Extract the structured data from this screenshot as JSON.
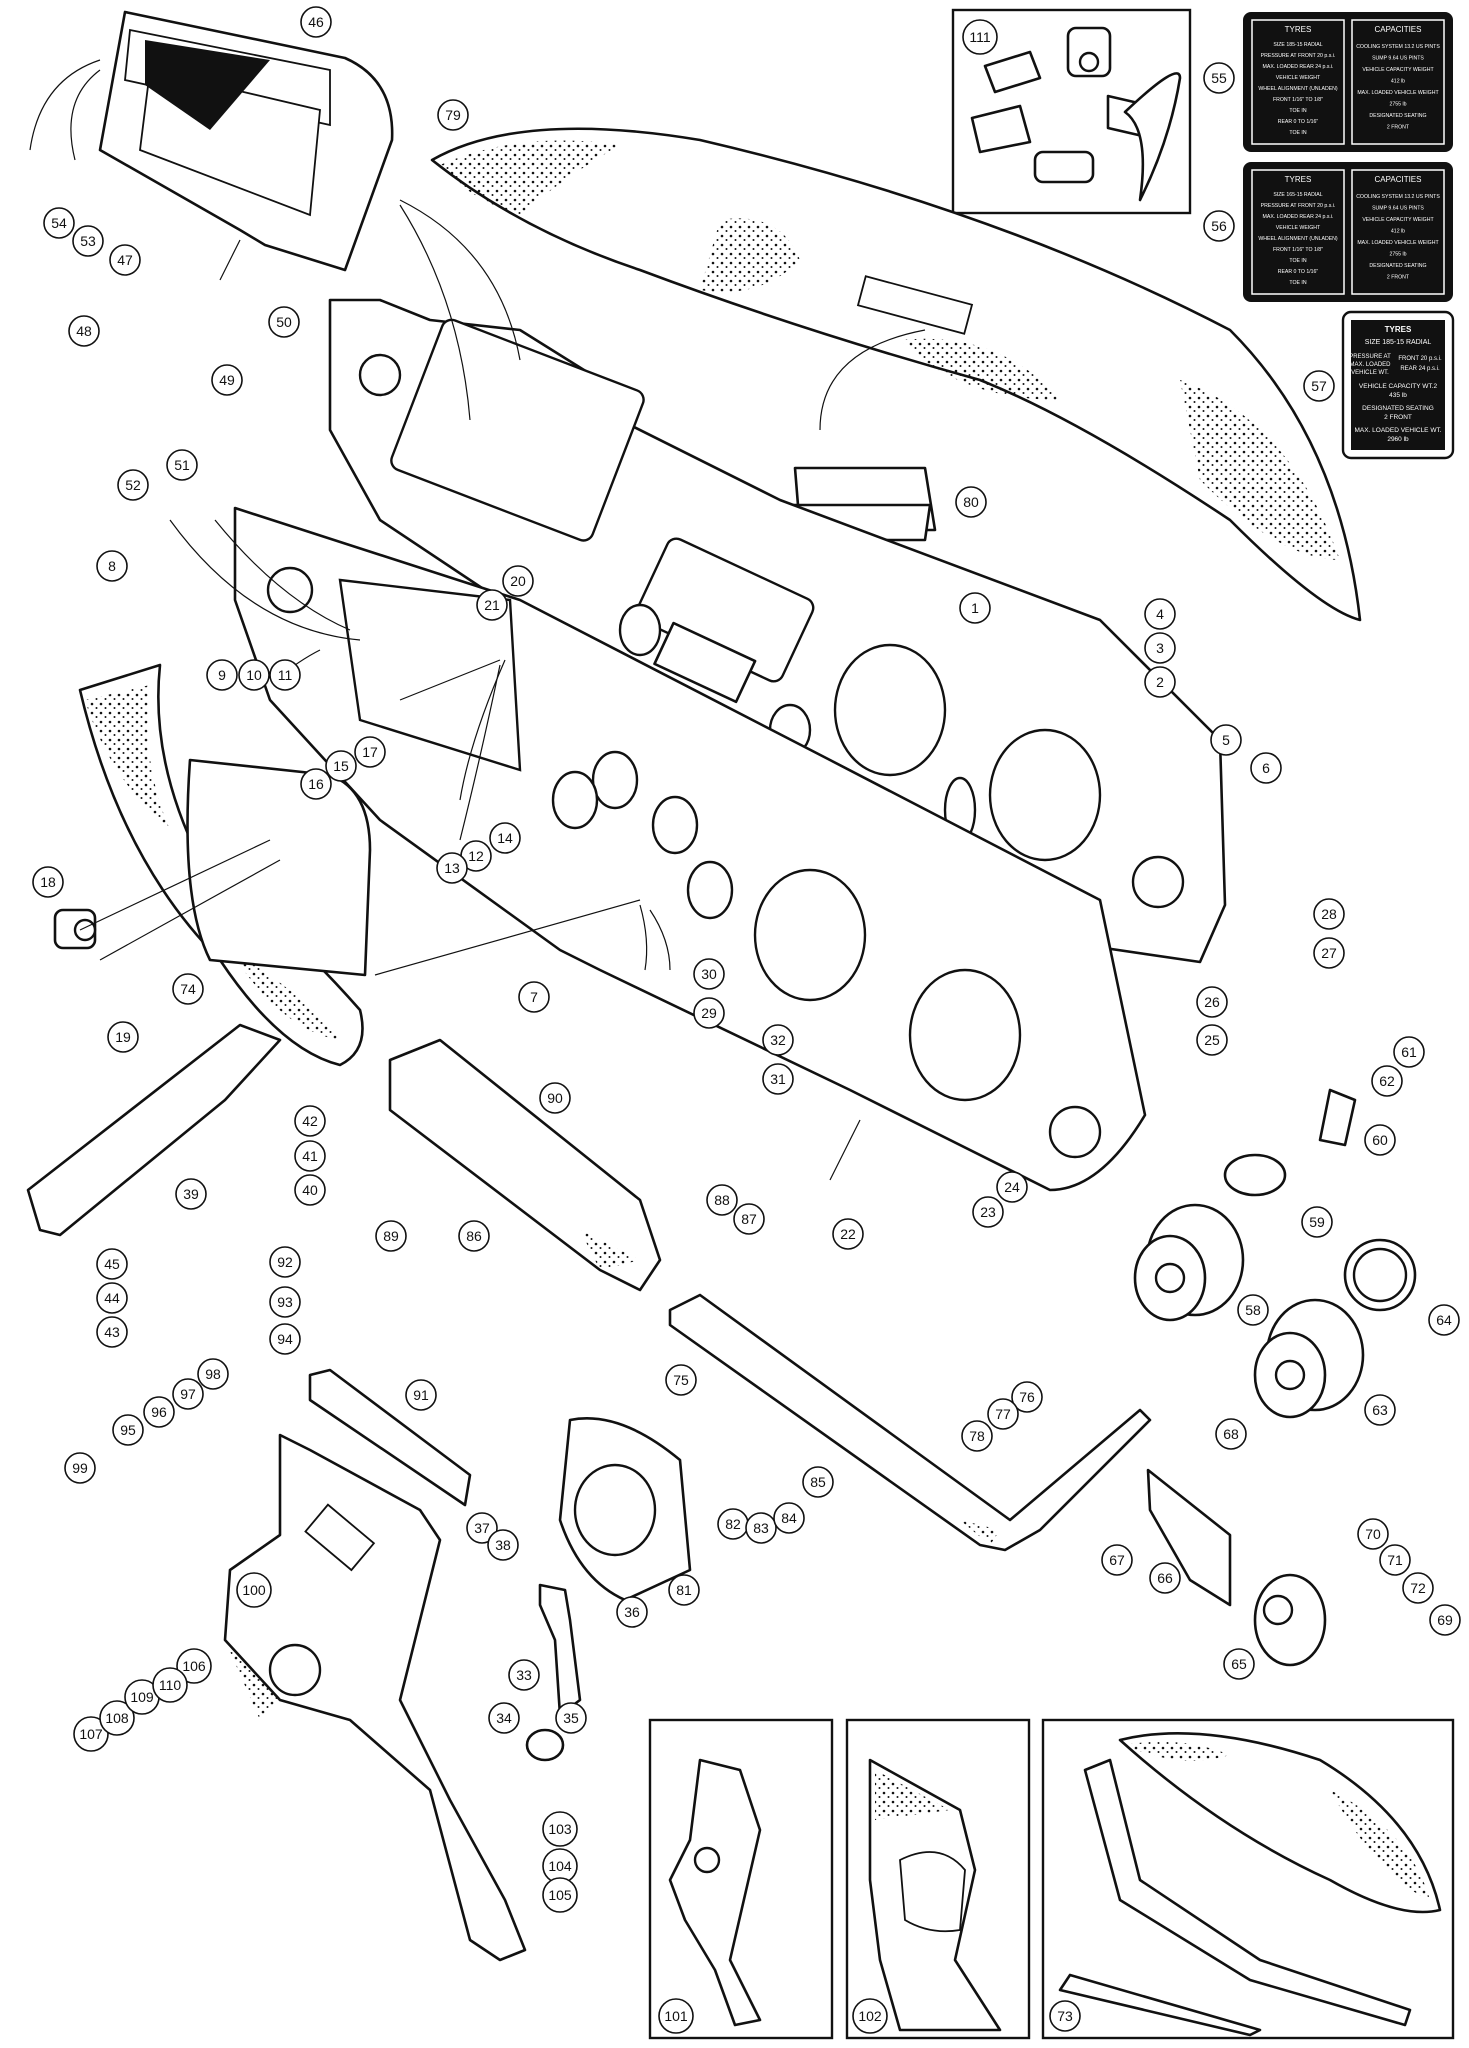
{
  "callouts": [
    {
      "n": "1"
    },
    {
      "n": "2"
    },
    {
      "n": "3"
    },
    {
      "n": "4"
    },
    {
      "n": "5"
    },
    {
      "n": "6"
    },
    {
      "n": "7"
    },
    {
      "n": "8"
    },
    {
      "n": "9"
    },
    {
      "n": "10"
    },
    {
      "n": "11"
    },
    {
      "n": "12"
    },
    {
      "n": "13"
    },
    {
      "n": "14"
    },
    {
      "n": "15"
    },
    {
      "n": "16"
    },
    {
      "n": "17"
    },
    {
      "n": "18"
    },
    {
      "n": "19"
    },
    {
      "n": "20"
    },
    {
      "n": "21"
    },
    {
      "n": "22"
    },
    {
      "n": "23"
    },
    {
      "n": "24"
    },
    {
      "n": "25"
    },
    {
      "n": "26"
    },
    {
      "n": "27"
    },
    {
      "n": "28"
    },
    {
      "n": "29"
    },
    {
      "n": "30"
    },
    {
      "n": "31"
    },
    {
      "n": "32"
    },
    {
      "n": "33"
    },
    {
      "n": "34"
    },
    {
      "n": "35"
    },
    {
      "n": "36"
    },
    {
      "n": "37"
    },
    {
      "n": "38"
    },
    {
      "n": "39"
    },
    {
      "n": "40"
    },
    {
      "n": "41"
    },
    {
      "n": "42"
    },
    {
      "n": "43"
    },
    {
      "n": "44"
    },
    {
      "n": "45"
    },
    {
      "n": "46"
    },
    {
      "n": "47"
    },
    {
      "n": "48"
    },
    {
      "n": "49"
    },
    {
      "n": "50"
    },
    {
      "n": "51"
    },
    {
      "n": "52"
    },
    {
      "n": "53"
    },
    {
      "n": "54"
    },
    {
      "n": "55"
    },
    {
      "n": "56"
    },
    {
      "n": "57"
    },
    {
      "n": "58"
    },
    {
      "n": "59"
    },
    {
      "n": "60"
    },
    {
      "n": "61"
    },
    {
      "n": "62"
    },
    {
      "n": "63"
    },
    {
      "n": "64"
    },
    {
      "n": "65"
    },
    {
      "n": "66"
    },
    {
      "n": "67"
    },
    {
      "n": "68"
    },
    {
      "n": "69"
    },
    {
      "n": "70"
    },
    {
      "n": "71"
    },
    {
      "n": "72"
    },
    {
      "n": "73"
    },
    {
      "n": "74"
    },
    {
      "n": "75"
    },
    {
      "n": "76"
    },
    {
      "n": "77"
    },
    {
      "n": "78"
    },
    {
      "n": "79"
    },
    {
      "n": "80"
    },
    {
      "n": "81"
    },
    {
      "n": "82"
    },
    {
      "n": "83"
    },
    {
      "n": "84"
    },
    {
      "n": "85"
    },
    {
      "n": "86"
    },
    {
      "n": "87"
    },
    {
      "n": "88"
    },
    {
      "n": "89"
    },
    {
      "n": "90"
    },
    {
      "n": "91"
    },
    {
      "n": "92"
    },
    {
      "n": "93"
    },
    {
      "n": "94"
    },
    {
      "n": "95"
    },
    {
      "n": "96"
    },
    {
      "n": "97"
    },
    {
      "n": "98"
    },
    {
      "n": "99"
    },
    {
      "n": "100"
    },
    {
      "n": "101"
    },
    {
      "n": "102"
    },
    {
      "n": "103"
    },
    {
      "n": "104"
    },
    {
      "n": "105"
    },
    {
      "n": "106"
    },
    {
      "n": "107"
    },
    {
      "n": "108"
    },
    {
      "n": "109"
    },
    {
      "n": "110"
    },
    {
      "n": "111"
    }
  ],
  "plates": {
    "p55": {
      "left": {
        "title": "TYRES",
        "rows": [
          "SIZE 185-15 RADIAL",
          "PRESSURE AT   FRONT 20 p.s.i.",
          "MAX. LOADED  REAR 24 p.s.i.",
          "VEHICLE WEIGHT",
          "WHEEL ALIGNMENT (UNLADEN)",
          "FRONT    1/16\" TO 1/8\"",
          "              TOE IN",
          "REAR     0 TO 1/16\"",
          "              TOE IN"
        ]
      },
      "right": {
        "title": "CAPACITIES",
        "rows": [
          "COOLING SYSTEM   13.2 US PINTS",
          "SUMP                9.64 US PINTS",
          "VEHICLE CAPACITY WEIGHT",
          "412 lb",
          "MAX. LOADED VEHICLE WEIGHT",
          "2755 lb",
          "DESIGNATED SEATING",
          "2 FRONT"
        ]
      }
    },
    "p56": {
      "left": {
        "title": "TYRES",
        "rows": [
          "SIZE 165-15 RADIAL",
          "PRESSURE AT   FRONT 20 p.s.i.",
          "MAX. LOADED  REAR 24 p.s.i.",
          "VEHICLE WEIGHT",
          "WHEEL ALIGNMENT (UNLADEN)",
          "FRONT    1/16\" TO 1/8\"",
          "              TOE IN",
          "REAR     0 TO 1/16\"",
          "              TOE IN"
        ]
      },
      "right": {
        "title": "CAPACITIES",
        "rows": [
          "COOLING SYSTEM   13.2 US PINTS",
          "SUMP                9.64 US PINTS",
          "VEHICLE CAPACITY WEIGHT",
          "412 lb",
          "MAX. LOADED VEHICLE WEIGHT",
          "2755 lb",
          "DESIGNATED SEATING",
          "2 FRONT"
        ]
      }
    },
    "p57": {
      "title": "TYRES",
      "size": "SIZE 185-15 RADIAL",
      "pressure_left": [
        "PRESSURE AT",
        "MAX. LOADED",
        "VEHICLE WT."
      ],
      "pressure_right": [
        "FRONT 20 p.s.i.",
        "REAR 24 p.s.i."
      ],
      "capacity_label": "VEHICLE CAPACITY WT.2",
      "capacity_value": "435 lb",
      "seating_label": "DESIGNATED SEATING",
      "seating_value": "2 FRONT",
      "max_label": "MAX. LOADED VEHICLE WT.",
      "max_value": "2960 lb"
    }
  }
}
